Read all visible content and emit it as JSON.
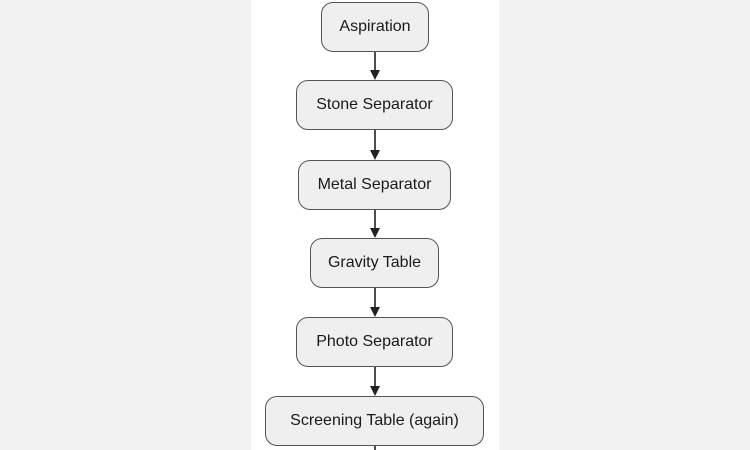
{
  "diagram": {
    "nodes": [
      {
        "id": "aspiration",
        "label": "Aspiration"
      },
      {
        "id": "stone-separator",
        "label": "Stone Separator"
      },
      {
        "id": "metal-separator",
        "label": "Metal Separator"
      },
      {
        "id": "gravity-table",
        "label": "Gravity Table"
      },
      {
        "id": "photo-separator",
        "label": "Photo Separator"
      },
      {
        "id": "screening-table-again",
        "label": "Screening Table (again)"
      }
    ],
    "edges": [
      {
        "from": "aspiration",
        "to": "stone-separator"
      },
      {
        "from": "stone-separator",
        "to": "metal-separator"
      },
      {
        "from": "metal-separator",
        "to": "gravity-table"
      },
      {
        "from": "gravity-table",
        "to": "photo-separator"
      },
      {
        "from": "photo-separator",
        "to": "screening-table-again"
      }
    ],
    "colors": {
      "node_fill": "#efefef",
      "node_border": "#555555",
      "edge": "#222222",
      "background": "#ffffff",
      "page": "#f2f2f2"
    }
  }
}
